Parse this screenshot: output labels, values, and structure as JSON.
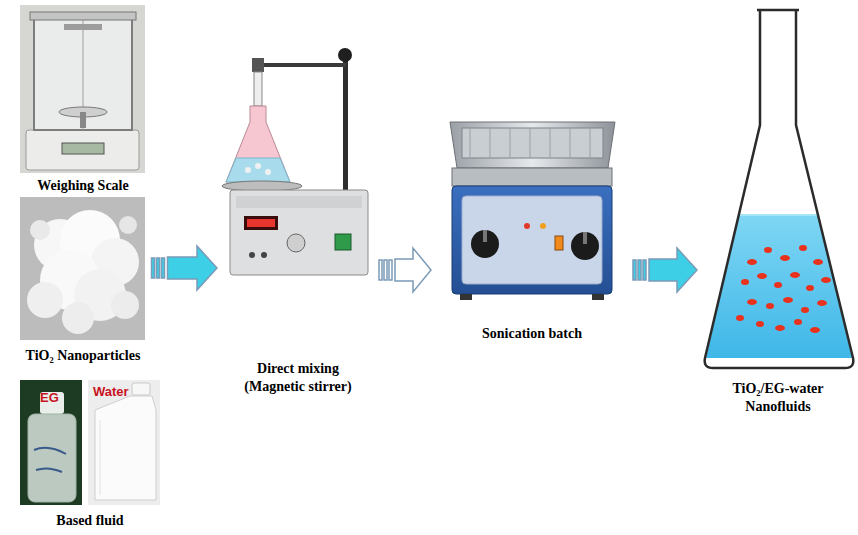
{
  "diagram": {
    "nodes": [
      {
        "text": [
          "Weighing Scale"
        ]
      },
      {
        "text": [
          "TiO₂ Nanoparticles"
        ]
      },
      {
        "text": [
          "Based fluid"
        ]
      },
      {
        "text": [
          "Direct mixing (Magnetic stirrer)"
        ]
      },
      {
        "text": [
          "Sonication batch"
        ]
      },
      {
        "text": [
          "TiO₂/EG-water Nanofluids"
        ]
      }
    ],
    "edges": [
      {
        "from": 1,
        "to": 3,
        "arrow": "to"
      },
      {
        "from": 3,
        "to": 4,
        "arrow": "to"
      },
      {
        "from": 4,
        "to": 5,
        "arrow": "to"
      }
    ],
    "labels": [
      "EG",
      "Water"
    ]
  }
}
